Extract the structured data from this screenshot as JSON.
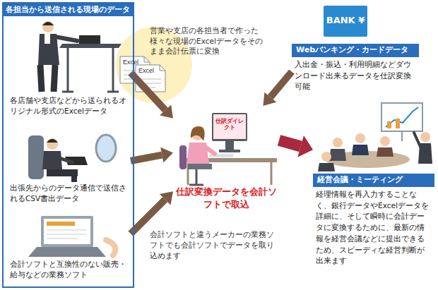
{
  "diagram": {
    "nodes": [
      {
        "text": [
          "各担当から送信される現場のデータ"
        ]
      },
      {
        "text": [
          "各店舗や支店などから送られるオリジナル形式のExcelデータ"
        ],
        "in": 0
      },
      {
        "text": [
          "出張先からのデータ通信で送信されるCSV書出データ"
        ],
        "in": 0
      },
      {
        "text": [
          "会計ソフトと互換性のない販売・給与などの業務ソフト"
        ],
        "in": 0
      },
      {
        "text": [
          "営業や支店の各担当者で作った様々な現場のExcelデータをそのまま会計伝票に変換"
        ]
      },
      {
        "text": [
          "BANK ¥"
        ]
      },
      {
        "text": [
          "Webバンキング・カードデータ",
          "入出金・振込・利用明細などダウンロード出来るデータを仕訳変換可能"
        ]
      },
      {
        "text": [
          "仕訳変換データを会計ソフトで取込"
        ]
      },
      {
        "text": [
          "経営会議・ミーティング",
          "経理情報を再入力することなく、銀行データやExcelデータを詳細に、そして瞬時に会計データに変換するために、最新の情報を経営会議などに提出できるため、スピーディな経営判断が出来ます"
        ]
      }
    ],
    "edges": [
      {
        "from": 1,
        "to": 7,
        "arrow": "to"
      },
      {
        "from": 2,
        "to": 7,
        "arrow": "to"
      },
      {
        "from": 3,
        "to": 7,
        "arrow": "to"
      },
      {
        "from": 6,
        "to": 7,
        "arrow": "to"
      },
      {
        "from": 7,
        "to": 8,
        "arrow": "to"
      }
    ],
    "labels": [
      "Excel",
      "Excel",
      "仕訳ダイレクト",
      "会計ソフトと違うメーカーの業務ソフトでも会計ソフトでデータを取り込めます"
    ]
  }
}
